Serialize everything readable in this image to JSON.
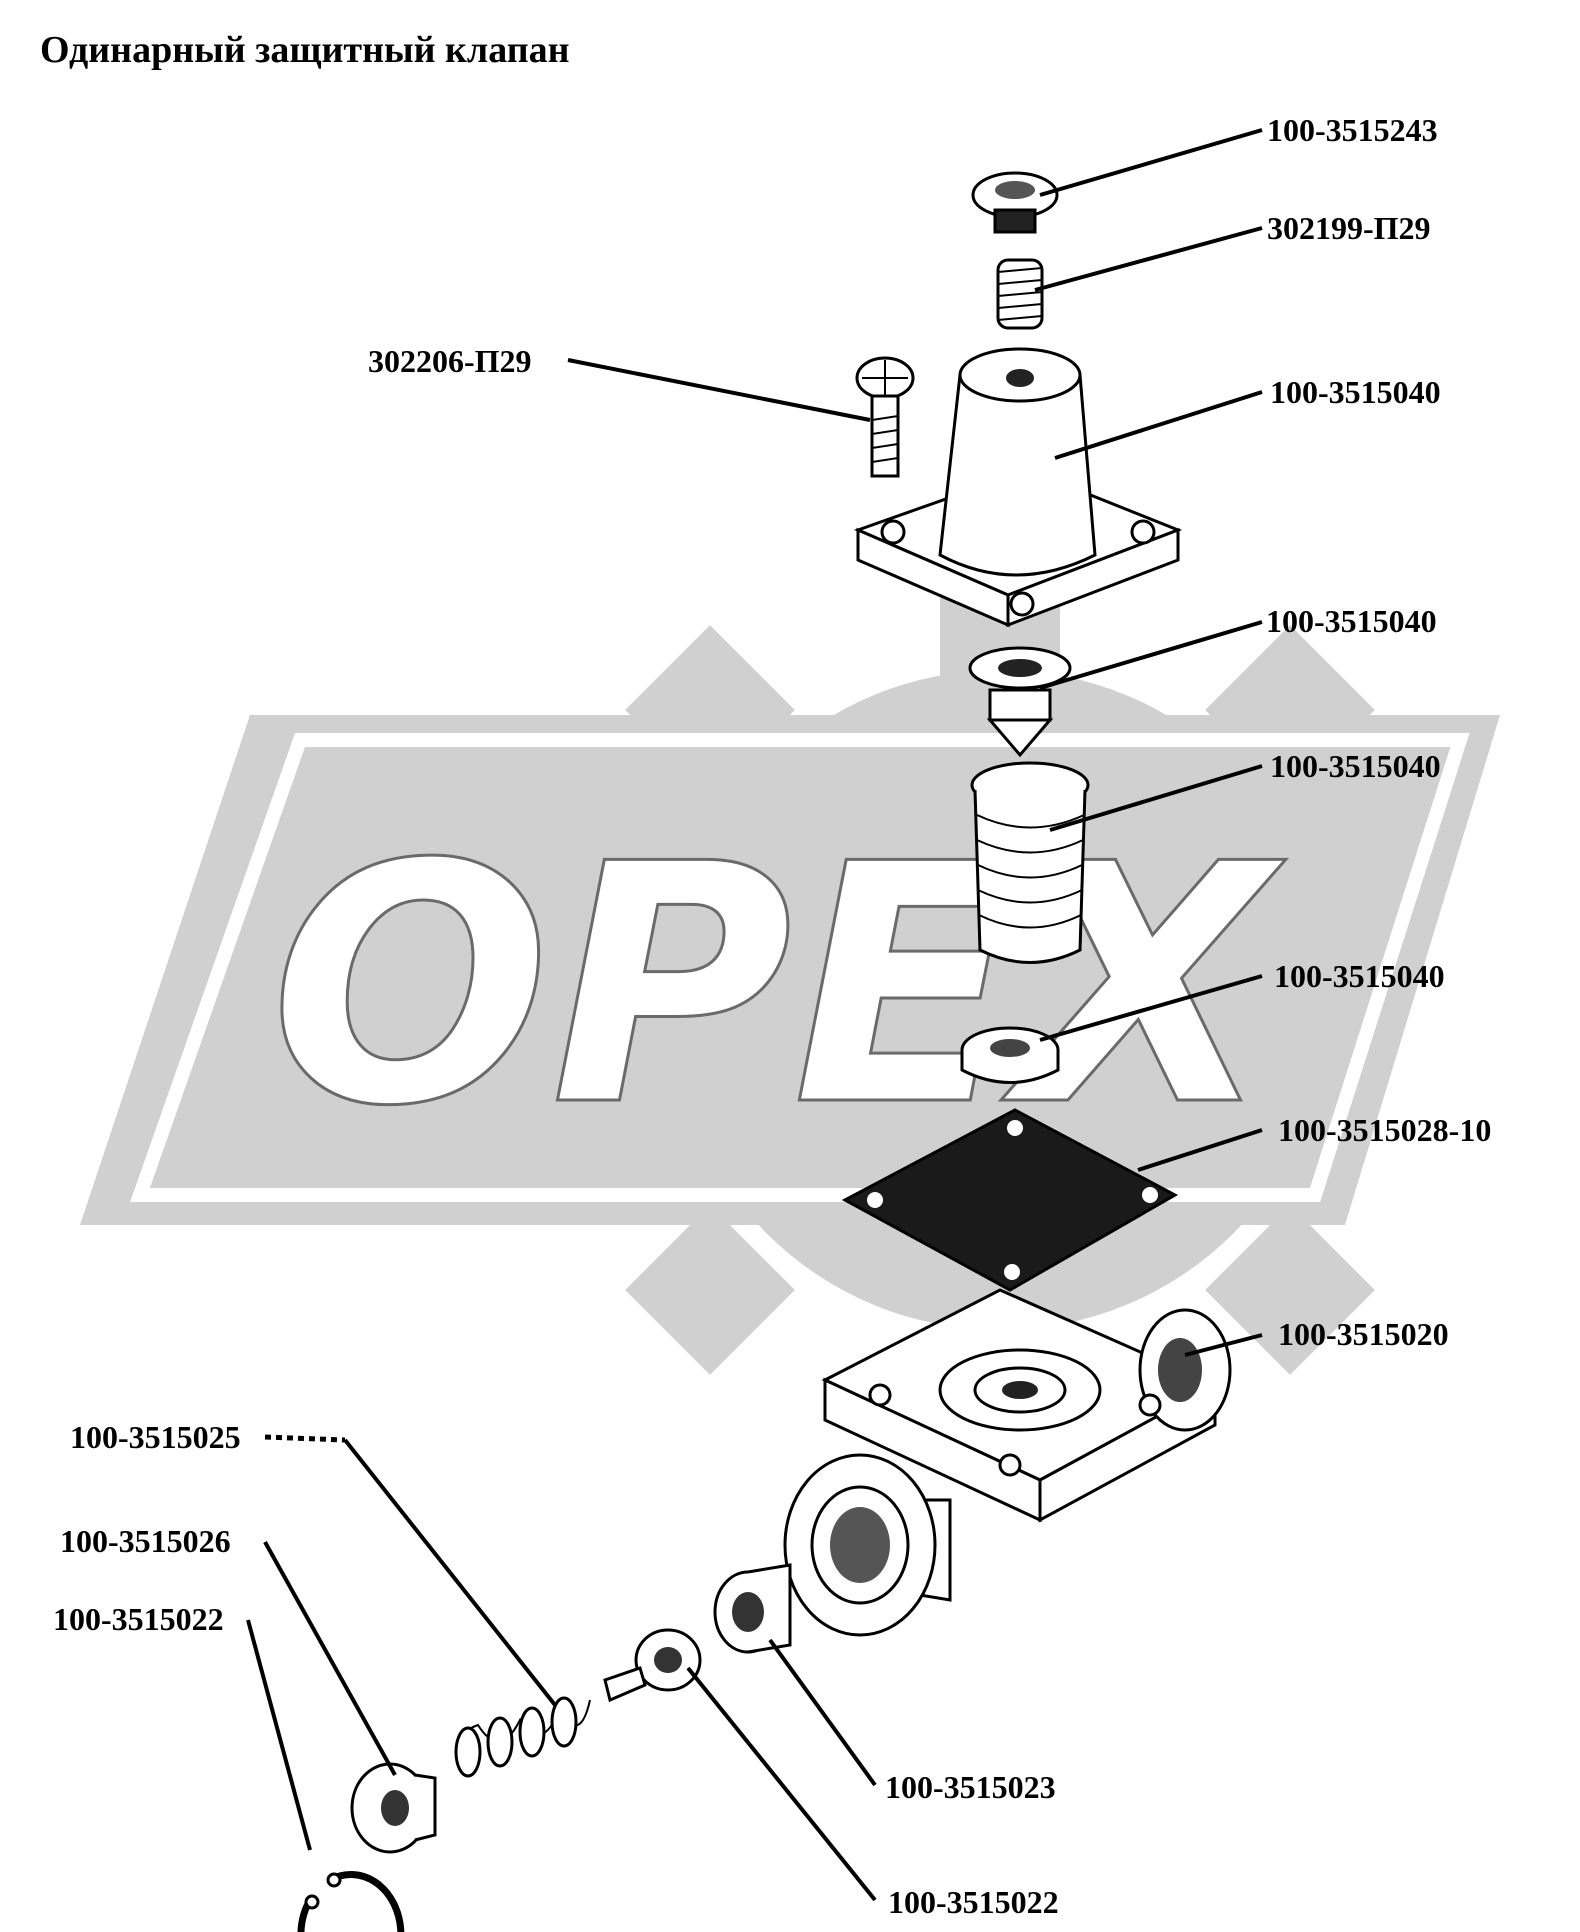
{
  "title": "Одинарный защитный клапан",
  "watermark": {
    "text": "OPEX",
    "color": "#d0d0d0"
  },
  "labels": [
    "100-3515243",
    "302199-П29",
    "302206-П29",
    "100-3515040",
    "100-3515040",
    "100-3515040",
    "100-3515040",
    "100-3515028-10",
    "100-3515020",
    "100-3515025",
    "100-3515026",
    "100-3515022",
    "100-3515023",
    "100-3515022"
  ]
}
